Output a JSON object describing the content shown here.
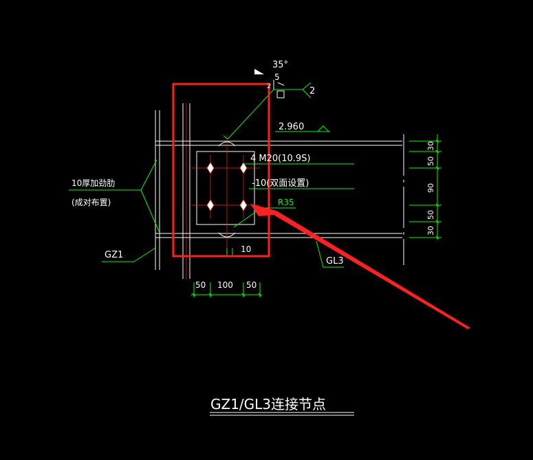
{
  "colors": {
    "background": "#000000",
    "line_white": "#ffffff",
    "line_green": "#00ff00",
    "line_red": "#ff2020",
    "highlight_red": "#ff2020"
  },
  "labels": {
    "weld_angle": "35°",
    "weld_size": "5",
    "weld_small": "2",
    "weld_ref": "2",
    "elevation": "2.960",
    "bolts": "4 M20(10.9S)",
    "plate": "-10(双面设置)",
    "radius": "R35",
    "stiffener_line1": "10厚加劲肋",
    "stiffener_line2": "(成对布置)",
    "column": "GZ1",
    "beam": "GL3",
    "gap": "10",
    "title": "GZ1/GL3连接节点"
  },
  "dims_bottom": [
    "50",
    "100",
    "50"
  ],
  "dims_right": [
    "30",
    "50",
    "90",
    "50",
    "30"
  ]
}
